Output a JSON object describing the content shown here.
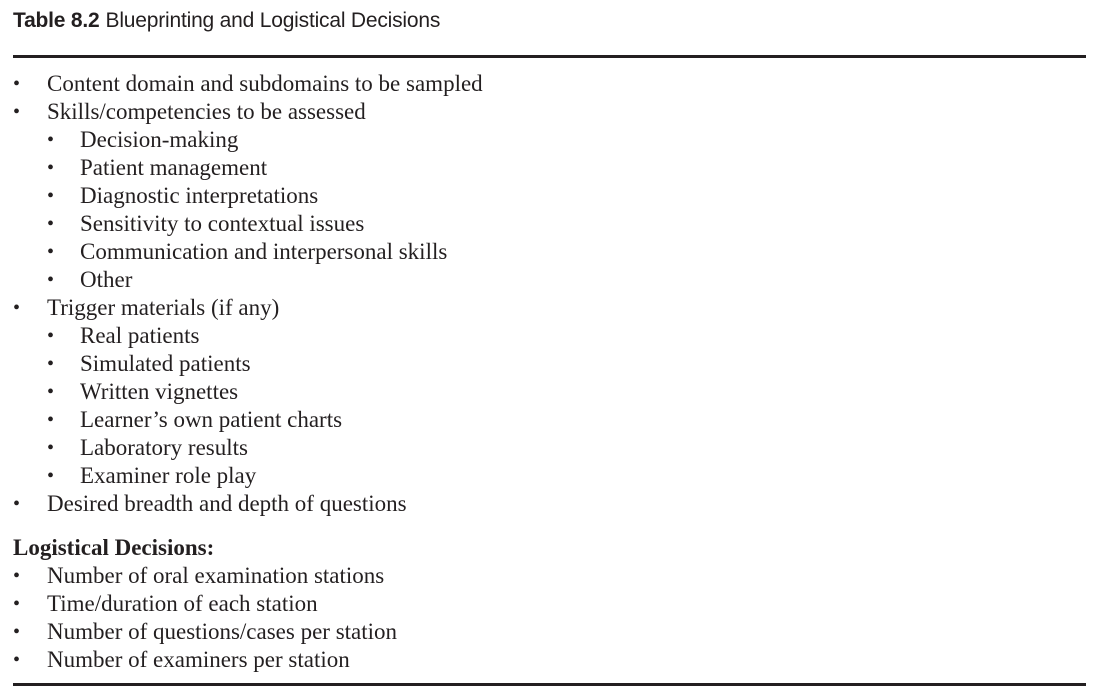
{
  "caption": {
    "number": "Table 8.2",
    "title": "Blueprinting and Logistical Decisions"
  },
  "bullet_glyph": "•",
  "blueprinting": {
    "items": [
      {
        "level": 1,
        "text": "Content domain and subdomains to be sampled"
      },
      {
        "level": 1,
        "text": "Skills/competencies to be assessed"
      },
      {
        "level": 2,
        "text": "Decision-making"
      },
      {
        "level": 2,
        "text": "Patient management"
      },
      {
        "level": 2,
        "text": "Diagnostic interpretations"
      },
      {
        "level": 2,
        "text": "Sensitivity to contextual issues"
      },
      {
        "level": 2,
        "text": "Communication and interpersonal skills"
      },
      {
        "level": 2,
        "text": "Other"
      },
      {
        "level": 1,
        "text": "Trigger materials (if any)"
      },
      {
        "level": 2,
        "text": "Real patients"
      },
      {
        "level": 2,
        "text": "Simulated patients"
      },
      {
        "level": 2,
        "text": "Written vignettes"
      },
      {
        "level": 2,
        "text": "Learner’s own patient charts"
      },
      {
        "level": 2,
        "text": "Laboratory results"
      },
      {
        "level": 2,
        "text": "Examiner role play"
      },
      {
        "level": 1,
        "text": "Desired breadth and depth of questions"
      }
    ]
  },
  "logistical": {
    "heading": "Logistical Decisions:",
    "items": [
      {
        "level": 1,
        "text": "Number of oral examination stations"
      },
      {
        "level": 1,
        "text": "Time/duration of each station"
      },
      {
        "level": 1,
        "text": "Number of questions/cases per station"
      },
      {
        "level": 1,
        "text": "Number of examiners per station"
      }
    ]
  }
}
